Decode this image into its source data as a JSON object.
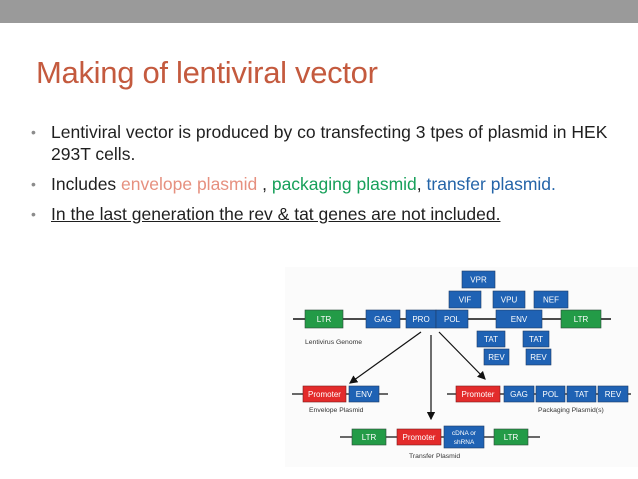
{
  "slide": {
    "title": "Making of lentiviral vector",
    "colors": {
      "title": "#c45a3e",
      "envelope": "#e6907f",
      "packaging": "#17a05a",
      "transfer": "#2464a8",
      "ltr_green": "#239b47",
      "gene_blue": "#1f62b4",
      "promoter_red": "#e32b2b",
      "topbar": "#9a9a9a"
    },
    "bullets": [
      {
        "text": "Lentiviral vector is produced by co transfecting 3 tpes of plasmid in HEK 293T cells."
      },
      {
        "prefix": "Includes ",
        "envelope": "envelope plasmid",
        "sep1": " , ",
        "packaging": "packaging plasmid",
        "sep2": ", ",
        "transfer": "transfer plasmid",
        "suffix": "."
      },
      {
        "text": "In the last generation the rev & tat genes are not included."
      }
    ]
  },
  "figure": {
    "genome": {
      "caption": "Lentivirus Genome",
      "ltr_left": "LTR",
      "gag": "GAG",
      "pro": "PRO",
      "pol": "POL",
      "vpr": "VPR",
      "vif": "VIF",
      "vpu": "VPU",
      "nef": "NEF",
      "env": "ENV",
      "tat1": "TAT",
      "tat2": "TAT",
      "rev1": "REV",
      "rev2": "REV",
      "ltr_right": "LTR"
    },
    "envelope_plasmid": {
      "caption": "Envelope Plasmid",
      "promoter": "Promoter",
      "env": "ENV"
    },
    "packaging_plasmid": {
      "caption": "Packaging Plasmid(s)",
      "promoter": "Promoter",
      "gag": "GAG",
      "pol": "POL",
      "tat": "TAT",
      "rev": "REV"
    },
    "transfer_plasmid": {
      "caption": "Transfer Plasmid",
      "ltr_left": "LTR",
      "promoter": "Promoter",
      "cdna_line1": "cDNA or",
      "cdna_line2": "shRNA",
      "ltr_right": "LTR"
    }
  }
}
